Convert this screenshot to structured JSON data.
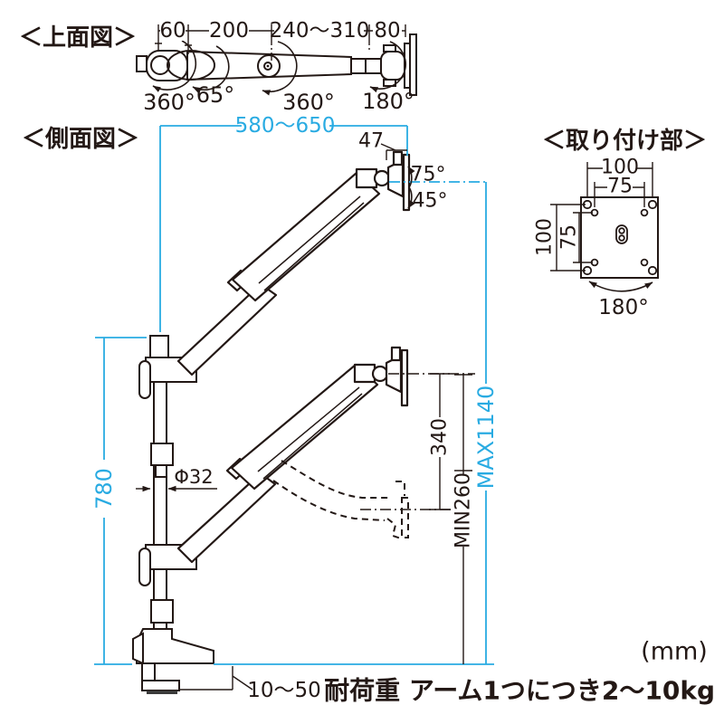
{
  "colors": {
    "line": "#231815",
    "accent": "#29ABE2",
    "background": "#ffffff"
  },
  "labels": {
    "top_view": "＜上面図＞",
    "side_view": "＜側面図＞",
    "mount": "＜取り付け部＞",
    "unit": "(mm)",
    "load_note": "耐荷重 アーム1つにつき2〜10kg"
  },
  "top_view": {
    "dims": {
      "d1": "60",
      "d2": "200",
      "d3": "240〜310",
      "d4": "80"
    },
    "angles": {
      "base": "360°",
      "tilt": "65°",
      "mid": "360°",
      "end": "180°"
    }
  },
  "side_view": {
    "dims": {
      "reach": "580〜650",
      "head_offset": "47",
      "pole_height": "780",
      "pole_dia": "Φ32",
      "stroke": "340",
      "min_height": "MIN260",
      "max_height": "MAX1140",
      "desk_thickness": "10〜50"
    },
    "angles": {
      "tilt_up": "75°",
      "tilt_down": "45°"
    }
  },
  "mount_view": {
    "dims": {
      "w100": "100",
      "w75": "75",
      "h100": "100",
      "h75": "75"
    },
    "angles": {
      "rotation": "180°"
    }
  }
}
